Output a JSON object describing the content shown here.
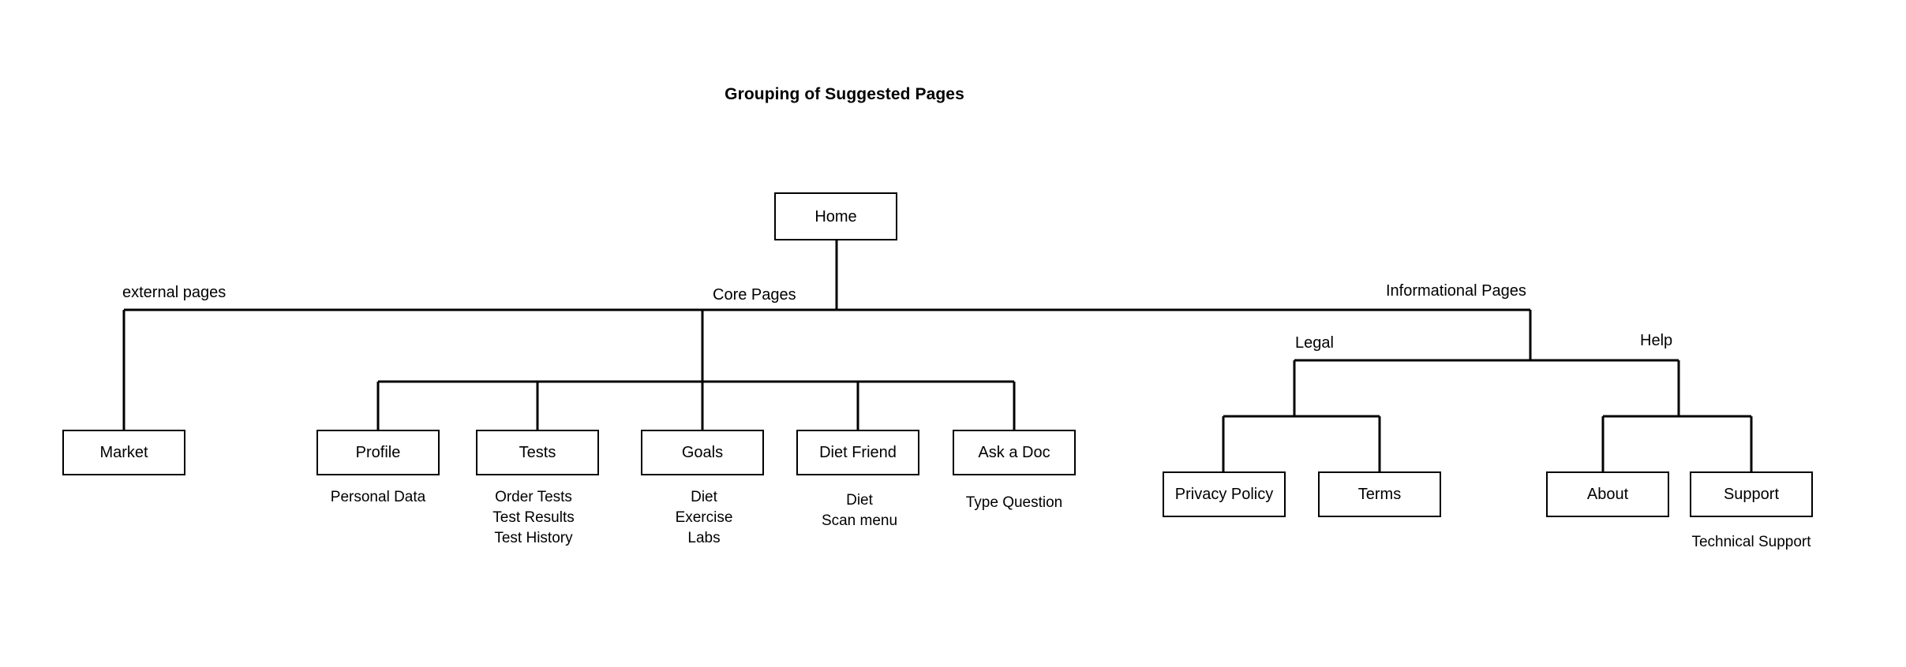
{
  "title": "Grouping of Suggested Pages",
  "colors": {
    "background": "#ffffff",
    "stroke": "#000000",
    "text": "#000000"
  },
  "root": {
    "label": "Home"
  },
  "branches": [
    {
      "id": "external-pages",
      "label": "external pages"
    },
    {
      "id": "core-pages",
      "label": "Core Pages"
    },
    {
      "id": "informational-pages",
      "label": "Informational Pages"
    },
    {
      "id": "legal",
      "label": "Legal"
    },
    {
      "id": "help",
      "label": "Help"
    }
  ],
  "nodes": [
    {
      "id": "market",
      "label": "Market",
      "captions": []
    },
    {
      "id": "profile",
      "label": "Profile",
      "captions": [
        "Personal Data"
      ]
    },
    {
      "id": "tests",
      "label": "Tests",
      "captions": [
        "Order Tests",
        "Test Results",
        "Test History"
      ]
    },
    {
      "id": "goals",
      "label": "Goals",
      "captions": [
        "Diet",
        "Exercise",
        "Labs"
      ]
    },
    {
      "id": "diet-friend",
      "label": "Diet Friend",
      "captions": [
        "Diet",
        "Scan menu"
      ]
    },
    {
      "id": "ask-a-doc",
      "label": "Ask a Doc",
      "captions": [
        "Type Question"
      ]
    },
    {
      "id": "privacy-policy",
      "label": "Privacy Policy",
      "captions": []
    },
    {
      "id": "terms",
      "label": "Terms",
      "captions": []
    },
    {
      "id": "about",
      "label": "About",
      "captions": []
    },
    {
      "id": "support",
      "label": "Support",
      "captions": [
        "Technical Support"
      ]
    }
  ],
  "chart_data": {
    "type": "diagram",
    "title": "Grouping of Suggested Pages",
    "diagram_kind": "sitemap-tree",
    "root": "Home",
    "groups": [
      {
        "group": "external pages",
        "children": [
          {
            "page": "Market",
            "sub_items": []
          }
        ]
      },
      {
        "group": "Core Pages",
        "children": [
          {
            "page": "Profile",
            "sub_items": [
              "Personal Data"
            ]
          },
          {
            "page": "Tests",
            "sub_items": [
              "Order Tests",
              "Test Results",
              "Test History"
            ]
          },
          {
            "page": "Goals",
            "sub_items": [
              "Diet",
              "Exercise",
              "Labs"
            ]
          },
          {
            "page": "Diet Friend",
            "sub_items": [
              "Diet",
              "Scan menu"
            ]
          },
          {
            "page": "Ask a Doc",
            "sub_items": [
              "Type Question"
            ]
          }
        ]
      },
      {
        "group": "Informational Pages",
        "subgroups": [
          {
            "group": "Legal",
            "children": [
              {
                "page": "Privacy Policy",
                "sub_items": []
              },
              {
                "page": "Terms",
                "sub_items": []
              }
            ]
          },
          {
            "group": "Help",
            "children": [
              {
                "page": "About",
                "sub_items": []
              },
              {
                "page": "Support",
                "sub_items": [
                  "Technical Support"
                ]
              }
            ]
          }
        ]
      }
    ]
  }
}
